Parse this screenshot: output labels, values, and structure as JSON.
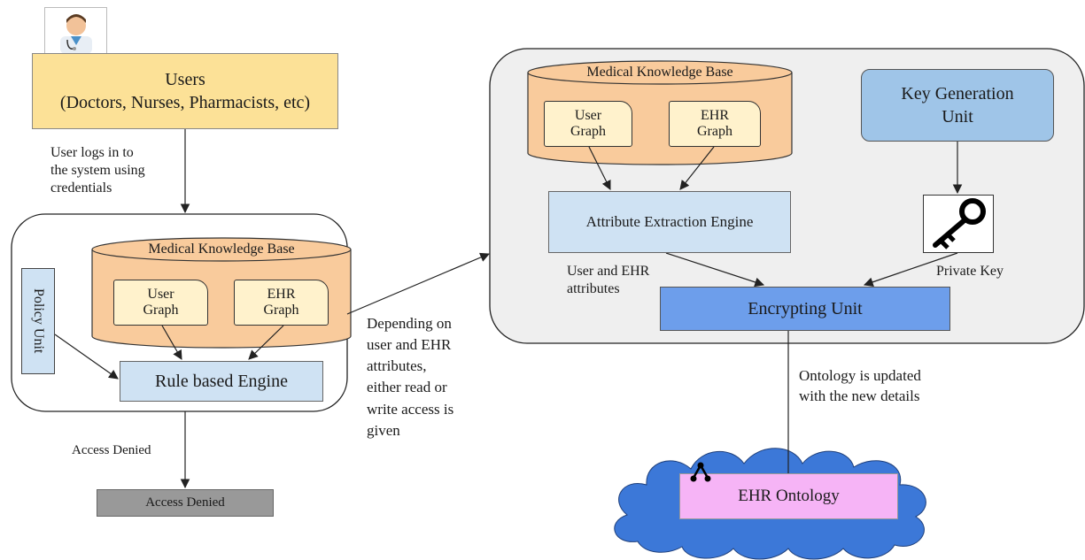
{
  "users": {
    "title": "Users",
    "subtitle": "(Doctors, Nurses, Pharmacists, etc)"
  },
  "login_note": [
    "User logs in to",
    "the system using",
    "credentials"
  ],
  "left_kb": {
    "title": "Medical Knowledge Base",
    "user_graph": [
      "User",
      "Graph"
    ],
    "ehr_graph": [
      "EHR",
      "Graph"
    ]
  },
  "policy_unit": "Policy Unit",
  "rule_engine": "Rule based Engine",
  "access_denied_note": "Access Denied",
  "access_denied_box": "Access Denied",
  "access_note": [
    "Depending on",
    "user and EHR",
    "attributes,",
    "either read or",
    "write access is",
    "given"
  ],
  "right_kb": {
    "title": "Medical Knowledge Base",
    "user_graph": [
      "User",
      "Graph"
    ],
    "ehr_graph": [
      "EHR",
      "Graph"
    ]
  },
  "key_gen": [
    "Key Generation",
    "Unit"
  ],
  "attr_engine": "Attribute Extraction Engine",
  "attr_note": [
    "User and EHR",
    "attributes"
  ],
  "private_key_note": "Private Key",
  "encrypt_unit": "Encrypting Unit",
  "ontology_note": [
    "Ontology is updated",
    "with the new details"
  ],
  "ehr_ontology": "EHR Ontology",
  "icons": {
    "user": "doctor-avatar-icon",
    "key": "key-icon",
    "graph": "graph-node-icon"
  },
  "colors": {
    "users_box": "#fce197",
    "kb_cylinder": "#f9cb9c",
    "graph_box": "#fff2cc",
    "engine_box": "#cfe2f3",
    "key_gen_box": "#9fc5e8",
    "encrypt_box": "#6d9eeb",
    "panel": "#efefef",
    "denied_box": "#999999",
    "cloud": "#3c78d8",
    "ontology_box": "#f6b4f6"
  }
}
